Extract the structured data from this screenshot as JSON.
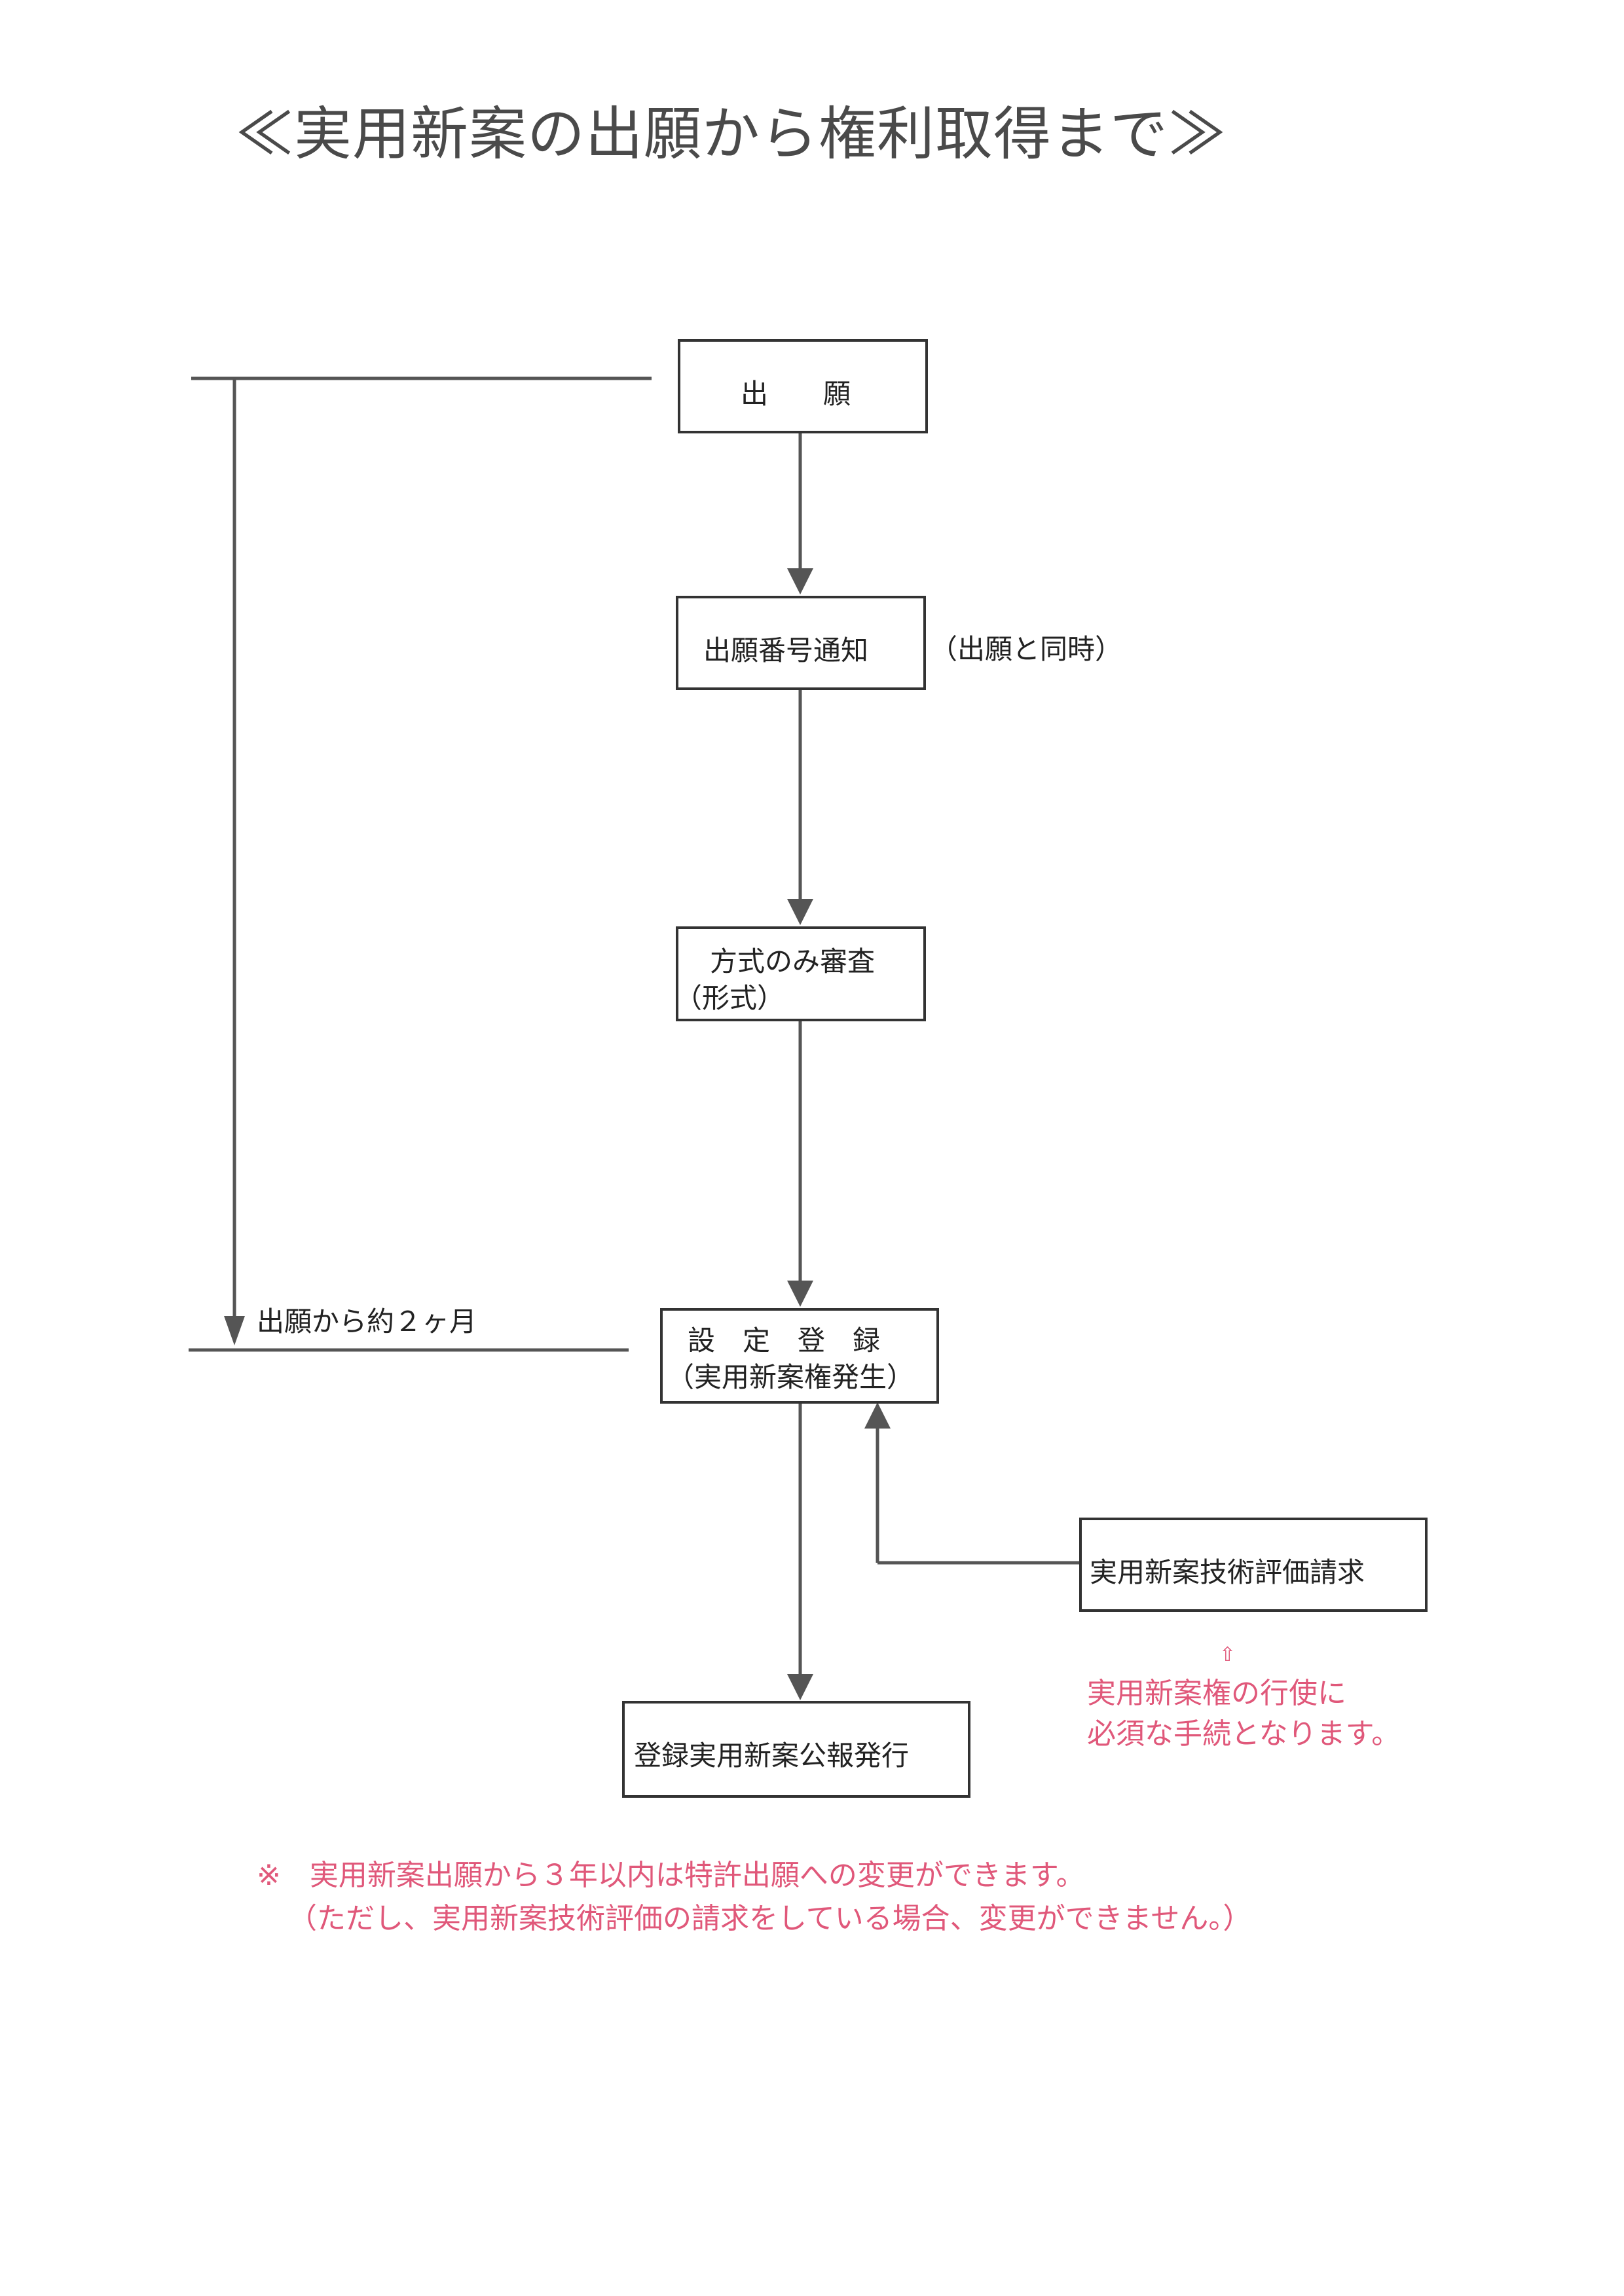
{
  "title": "≪実用新案の出願から権利取得まで≫",
  "nodes": {
    "application": "出　　願",
    "number_notice": "出願番号通知",
    "number_notice_note": "（出願と同時）",
    "formal_exam_line1": "方式のみ審査",
    "formal_exam_line2": "（形式）",
    "registration_line1": "設　定　登　録",
    "registration_line2": "（実用新案権発生）",
    "publication": "登録実用新案公報発行",
    "tech_eval": "実用新案技術評価請求"
  },
  "timeline_label": "出願から約２ヶ月",
  "eval_note": {
    "mark": "⇧",
    "line1": "実用新案権の行使に",
    "line2": "必須な手続となります。"
  },
  "footnote": {
    "line1": "※　実用新案出願から３年以内は特許出願への変更ができます。",
    "line2": "（ただし、実用新案技術評価の請求をしている場合、変更ができません。）"
  },
  "colors": {
    "line": "#555555",
    "border": "#333333",
    "accent": "#e0587a"
  }
}
